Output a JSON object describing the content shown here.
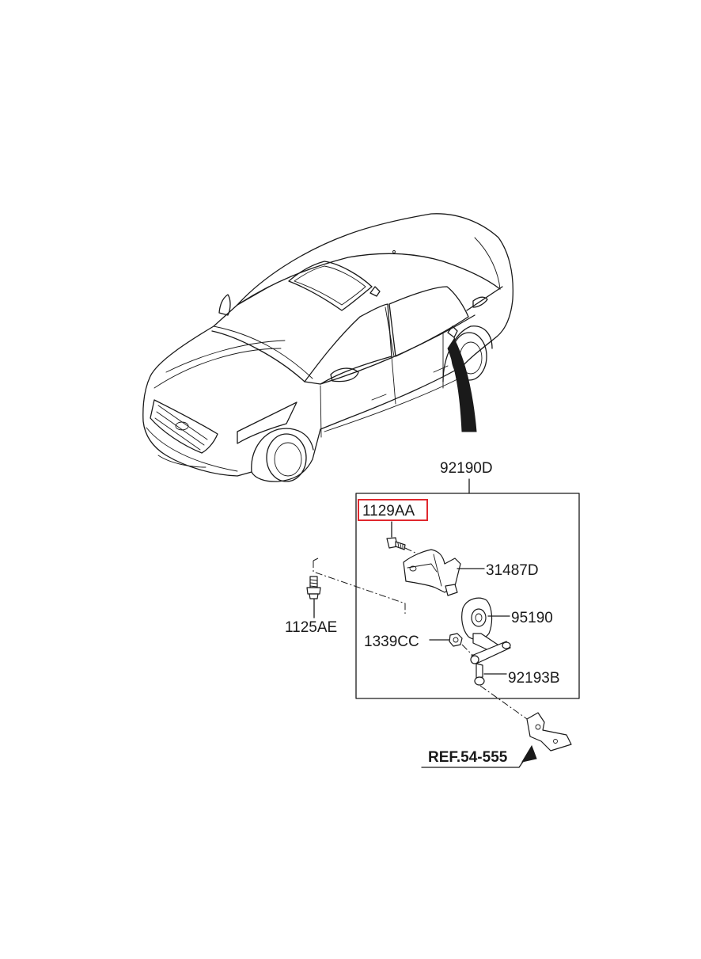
{
  "labels": {
    "assembly": "92190D",
    "bolt_highlighted": "1129AA",
    "bracket": "31487D",
    "bolt_left": "1125AE",
    "sensor": "95190",
    "nut": "1339CC",
    "link": "92193B",
    "reference": "REF.54-555"
  },
  "colors": {
    "line": "#1a1a1a",
    "highlight": "#e0282e",
    "background": "#ffffff"
  }
}
